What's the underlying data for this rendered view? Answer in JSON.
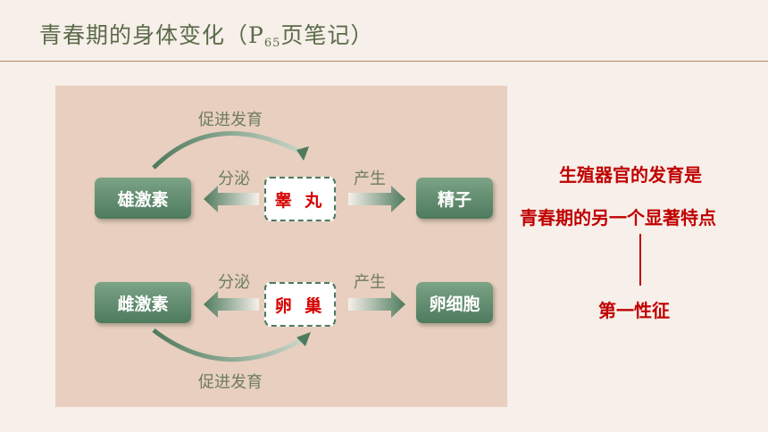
{
  "header": {
    "title_main": "青春期的身体变化（P",
    "title_sub": "65",
    "title_end": "页笔记）"
  },
  "diagram": {
    "male": {
      "hormone": "雄激素",
      "organ": "睾 丸",
      "cell": "精子",
      "secrete": "分泌",
      "produce": "产生",
      "promote": "促进发育"
    },
    "female": {
      "hormone": "雌激素",
      "organ": "卵 巢",
      "cell": "卵细胞",
      "secrete": "分泌",
      "produce": "产生",
      "promote": "促进发育"
    }
  },
  "notes": {
    "line1": "生殖器官的发育是",
    "line2": "青春期的另一个显著特点",
    "line3": "第一性征"
  },
  "colors": {
    "accent_red": "#c00000",
    "green": "#4e7a5d",
    "panel": "#e8cfc0"
  }
}
